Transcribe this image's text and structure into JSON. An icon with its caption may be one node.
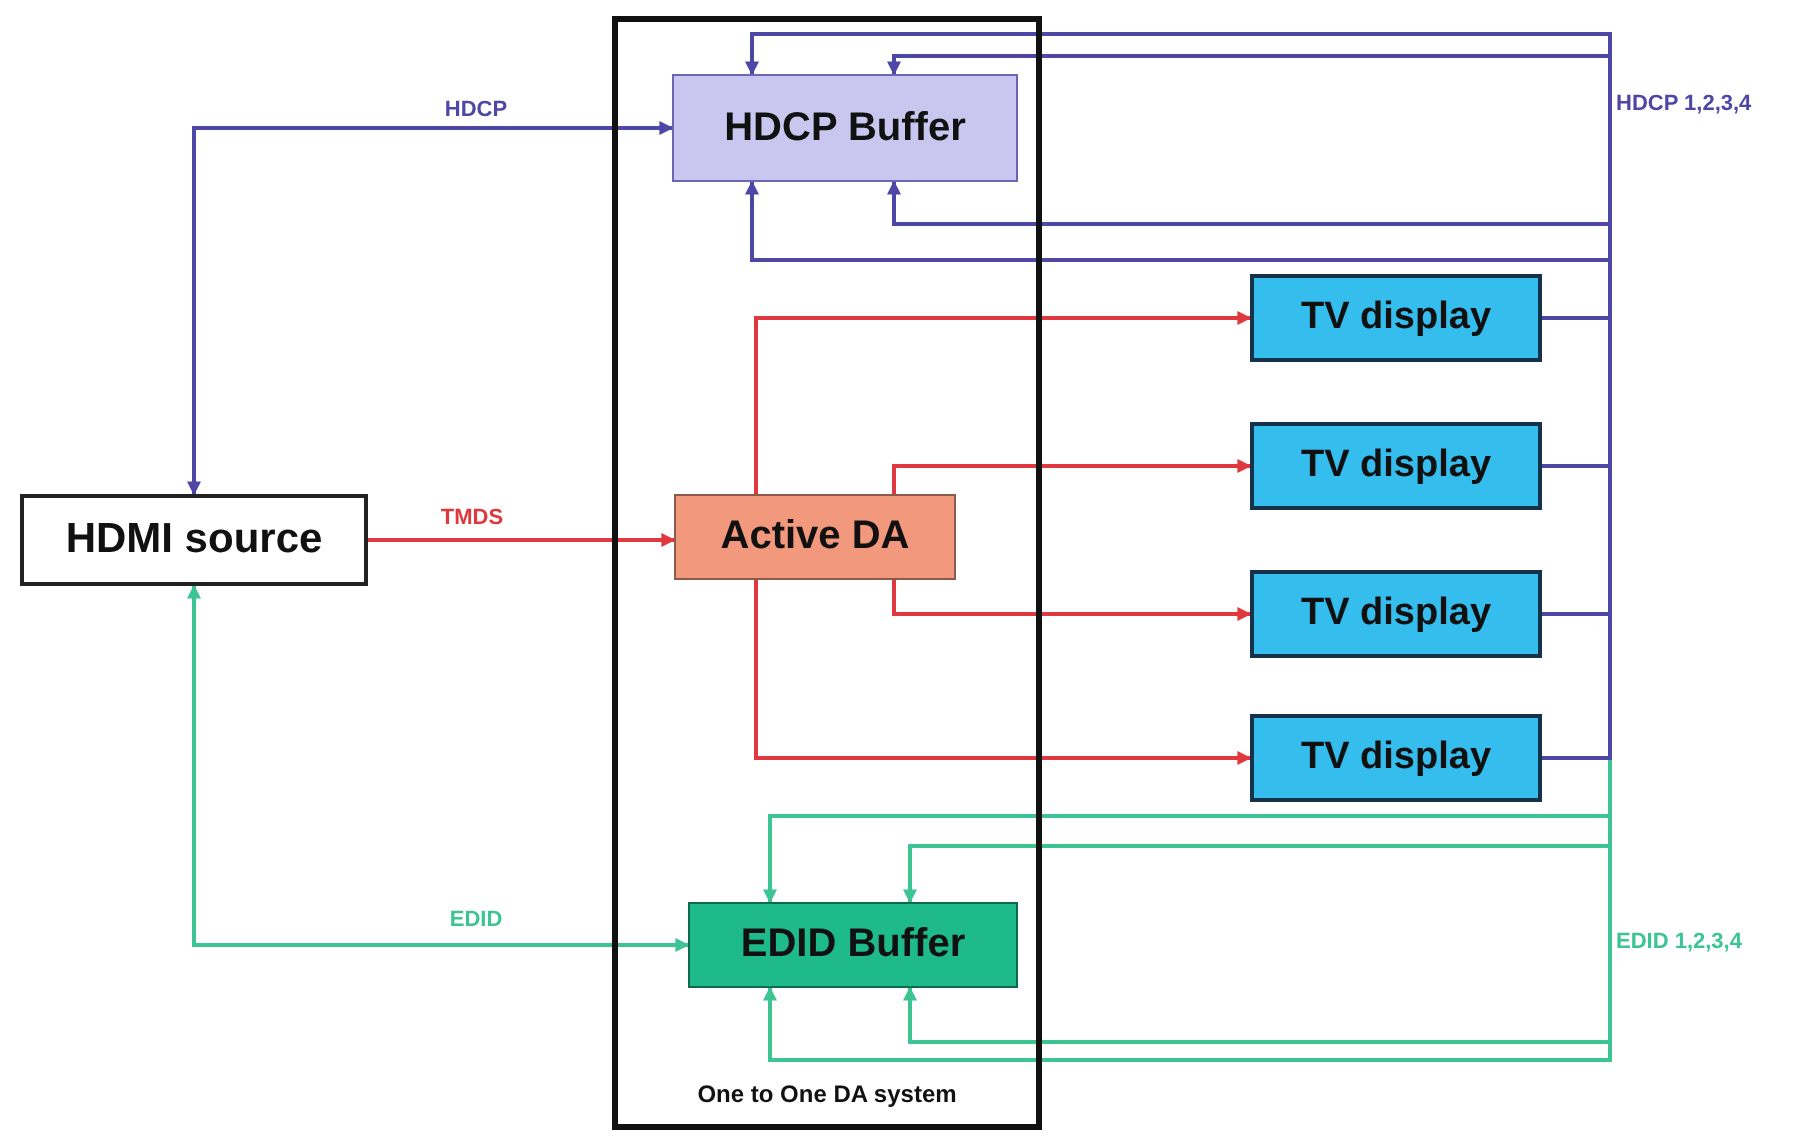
{
  "diagram": {
    "nodes": [
      {
        "text": [
          "HDMI source"
        ]
      },
      {
        "text": [
          "One to One DA system"
        ]
      },
      {
        "text": [
          "HDCP Buffer"
        ],
        "in": 1
      },
      {
        "text": [
          "Active DA"
        ],
        "in": 1
      },
      {
        "text": [
          "EDID Buffer"
        ],
        "in": 1
      },
      {
        "text": [
          "TV display"
        ]
      },
      {
        "text": [
          "TV display"
        ]
      },
      {
        "text": [
          "TV display"
        ]
      },
      {
        "text": [
          "TV display"
        ]
      }
    ],
    "edges": [
      {
        "from": 0,
        "to": 2,
        "arrow": "both",
        "label": "HDCP",
        "color": "#4f47a6"
      },
      {
        "from": 0,
        "to": 3,
        "arrow": "to",
        "label": "TMDS",
        "color": "#e0383f"
      },
      {
        "from": 0,
        "to": 4,
        "arrow": "both",
        "label": "EDID",
        "color": "#3cc493"
      },
      {
        "from": 3,
        "to": 5,
        "arrow": "to",
        "color": "#e0383f"
      },
      {
        "from": 3,
        "to": 6,
        "arrow": "to",
        "color": "#e0383f"
      },
      {
        "from": 3,
        "to": 7,
        "arrow": "to",
        "color": "#e0383f"
      },
      {
        "from": 3,
        "to": 8,
        "arrow": "to",
        "color": "#e0383f"
      },
      {
        "from": 5,
        "to": 2,
        "arrow": "to",
        "color": "#4f47a6"
      },
      {
        "from": 6,
        "to": 2,
        "arrow": "to",
        "color": "#4f47a6"
      },
      {
        "from": 7,
        "to": 2,
        "arrow": "to",
        "color": "#4f47a6"
      },
      {
        "from": 8,
        "to": 2,
        "arrow": "to",
        "color": "#4f47a6"
      },
      {
        "from": 5,
        "to": 4,
        "arrow": "to",
        "color": "#3cc493"
      },
      {
        "from": 6,
        "to": 4,
        "arrow": "to",
        "color": "#3cc493"
      },
      {
        "from": 7,
        "to": 4,
        "arrow": "to",
        "color": "#3cc493"
      },
      {
        "from": 8,
        "to": 4,
        "arrow": "to",
        "color": "#3cc493"
      }
    ],
    "labels": [
      "HDCP 1,2,3,4",
      "EDID 1,2,3,4"
    ]
  }
}
